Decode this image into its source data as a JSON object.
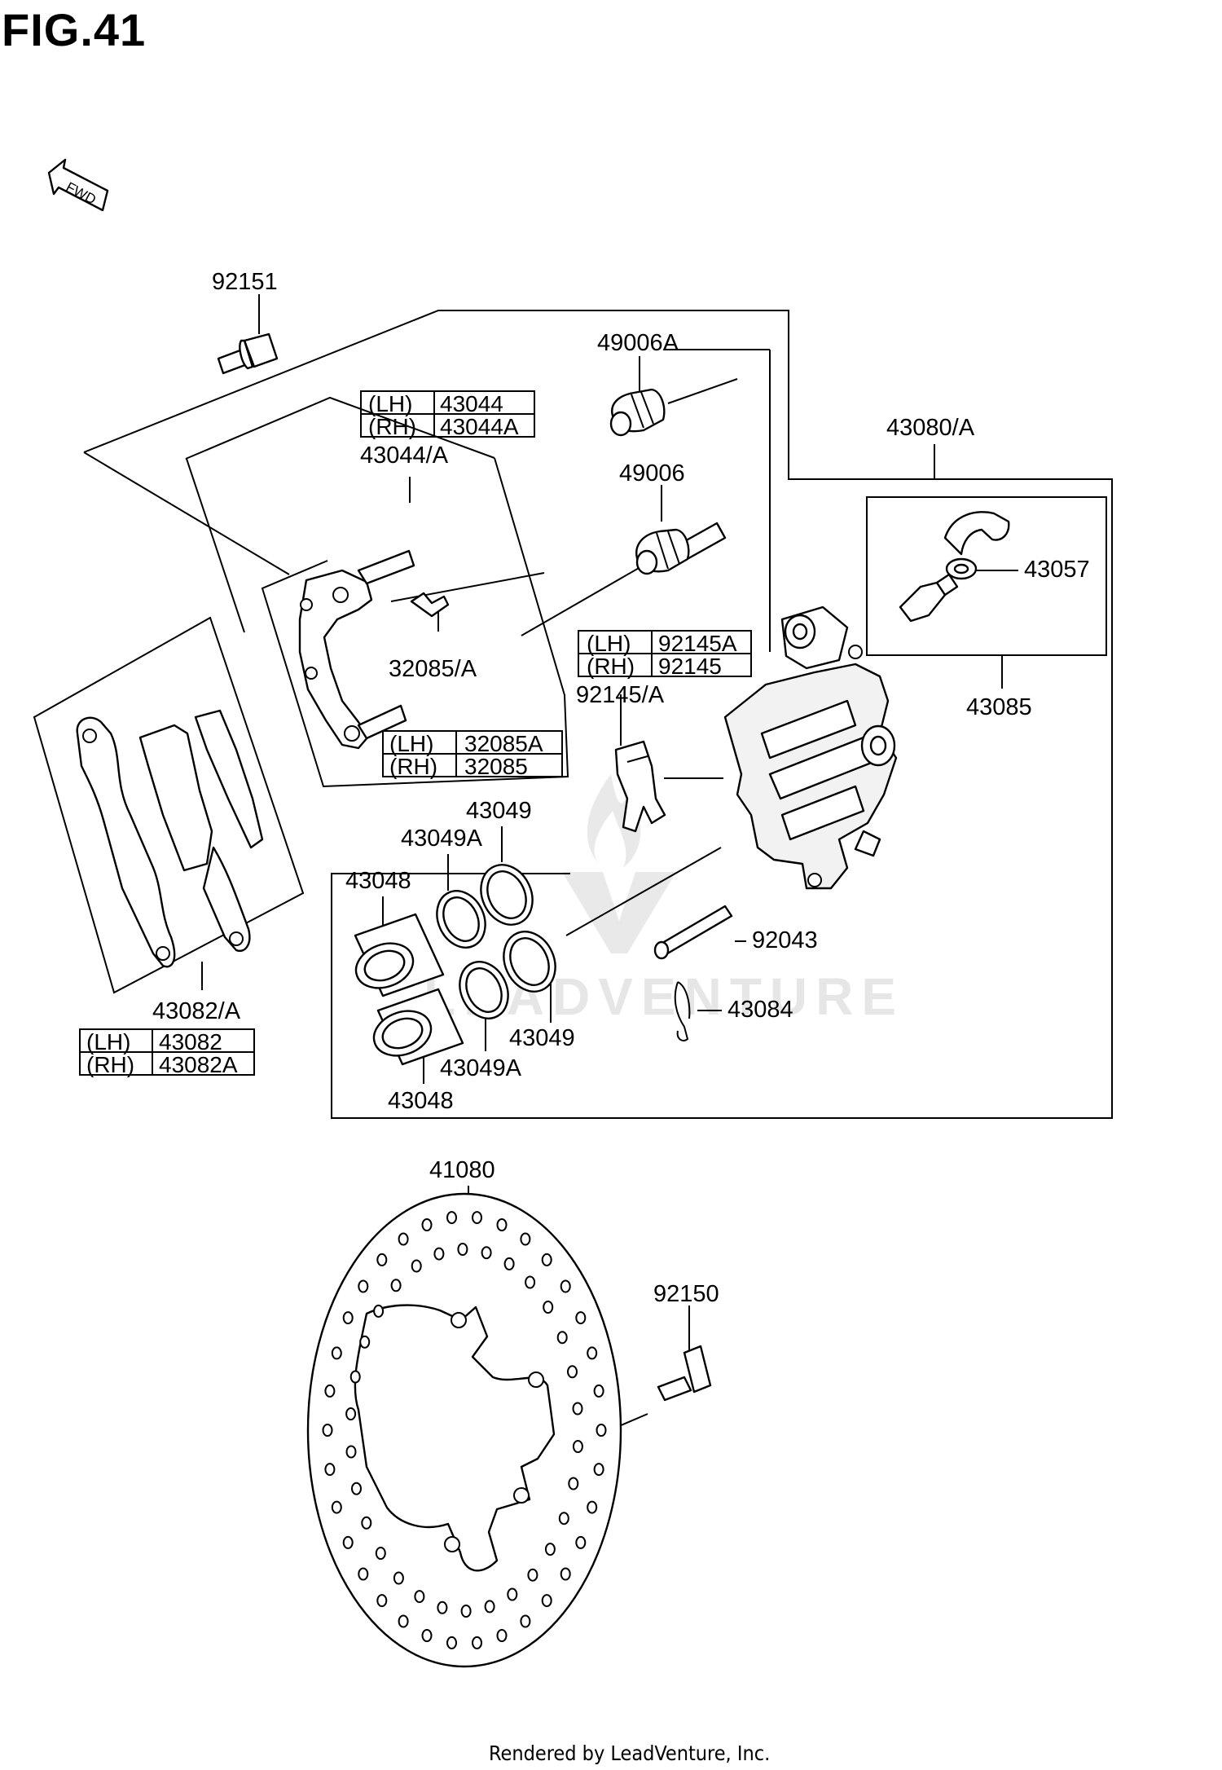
{
  "figure": {
    "title": "FIG.41"
  },
  "direction": {
    "label": "FWD"
  },
  "labels": {
    "p92151": "92151",
    "p49006A": "49006A",
    "p49006": "49006",
    "p43044A": "43044/A",
    "p32085A": "32085/A",
    "p43080A": "43080/A",
    "p43057": "43057",
    "p43085": "43085",
    "p92145A": "92145/A",
    "p43049_top": "43049",
    "p43049A_top": "43049A",
    "p43048_top": "43048",
    "p92043": "92043",
    "p43084": "43084",
    "p43049_bot": "43049",
    "p43049A_bot": "43049A",
    "p43048_bot": "43048",
    "p43082A": "43082/A",
    "p41080": "41080",
    "p92150": "92150"
  },
  "tables": {
    "t43044": [
      {
        "side": "(LH)",
        "part": "43044"
      },
      {
        "side": "(RH)",
        "part": "43044A"
      }
    ],
    "t92145": [
      {
        "side": "(LH)",
        "part": "92145A"
      },
      {
        "side": "(RH)",
        "part": "92145"
      }
    ],
    "t32085": [
      {
        "side": "(LH)",
        "part": "32085A"
      },
      {
        "side": "(RH)",
        "part": "32085"
      }
    ],
    "t43082": [
      {
        "side": "(LH)",
        "part": "43082"
      },
      {
        "side": "(RH)",
        "part": "43082A"
      }
    ]
  },
  "watermark": {
    "text": "LEADVENTURE"
  },
  "footer": {
    "text": "Rendered by LeadVenture, Inc."
  }
}
